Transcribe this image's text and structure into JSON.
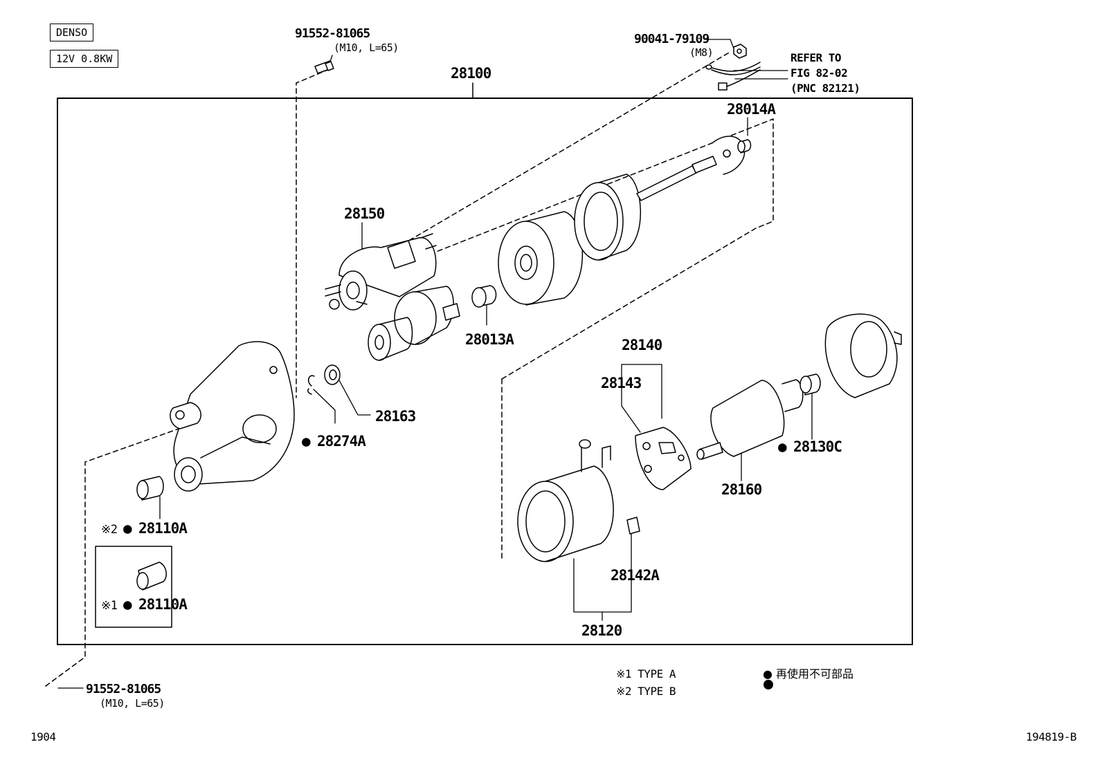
{
  "header": {
    "maker": "DENSO",
    "rating": "12V 0.8KW"
  },
  "refer": {
    "line1": "REFER TO",
    "line2": "FIG 82-02",
    "line3": "(PNC 82121)"
  },
  "parts": {
    "p28100": "28100",
    "p28014A": "28014A",
    "p28150": "28150",
    "p28013A": "28013A",
    "p28140": "28140",
    "p28143": "28143",
    "p28163": "28163",
    "p28274A": "28274A",
    "p28130C": "28130C",
    "p28160": "28160",
    "p28110A_2": "28110A",
    "p28110A_1": "28110A",
    "p28142A": "28142A",
    "p28120": "28120"
  },
  "bolts": {
    "top_pn": "91552-81065",
    "top_spec": "(M10, L=65)",
    "nut_pn": "90041-79109",
    "nut_spec": "(M8)",
    "bottom_pn": "91552-81065",
    "bottom_spec": "(M10, L=65)"
  },
  "marks": {
    "dot": "●",
    "type2": "※2",
    "type1": "※1"
  },
  "legend": {
    "type_a": "※1  TYPE A",
    "type_b": "※2  TYPE B",
    "non_reusable": "● 再使用不可部品"
  },
  "footer": {
    "left_code": "1904",
    "right_code": "194819-B"
  }
}
